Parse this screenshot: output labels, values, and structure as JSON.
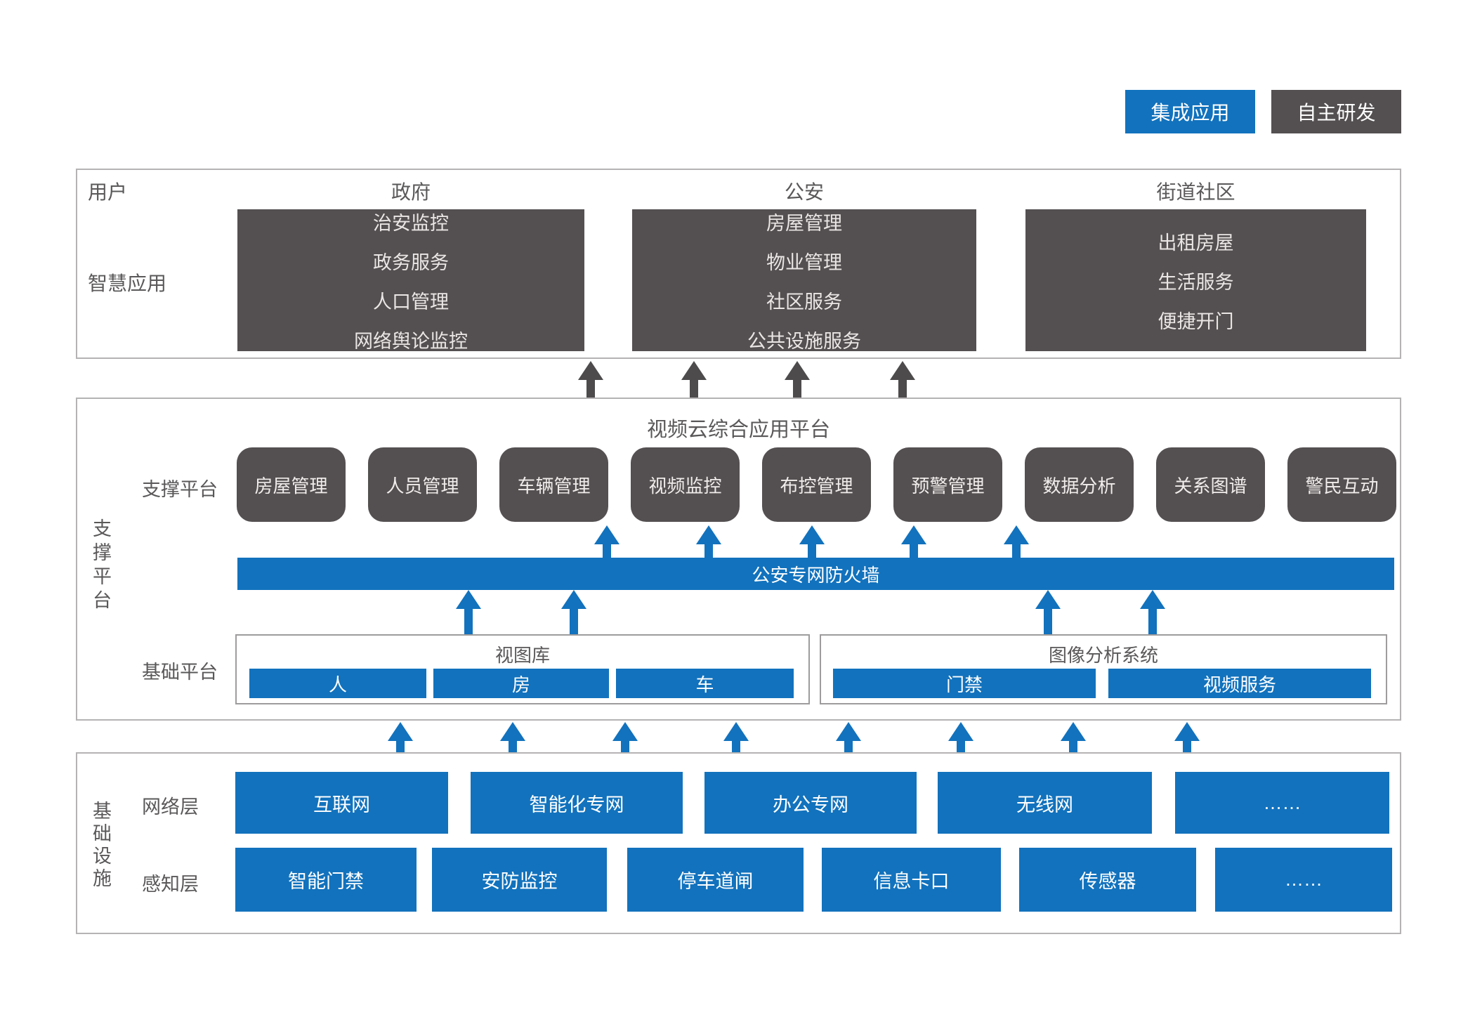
{
  "legend": {
    "integrated": "集成应用",
    "self_developed": "自主研发"
  },
  "user_section": {
    "row_label": "用户",
    "app_row_label": "智慧应用",
    "columns": [
      {
        "header": "政府",
        "items": [
          "治安监控",
          "政务服务",
          "人口管理",
          "网络舆论监控"
        ]
      },
      {
        "header": "公安",
        "items": [
          "房屋管理",
          "物业管理",
          "社区服务",
          "公共设施服务"
        ]
      },
      {
        "header": "街道社区",
        "items": [
          "出租房屋",
          "生活服务",
          "便捷开门"
        ]
      }
    ]
  },
  "platform_section": {
    "side_label": "支撑平台",
    "title": "视频云综合应用平台",
    "support_row_label": "支撑平台",
    "support_modules": [
      "房屋管理",
      "人员管理",
      "车辆管理",
      "视频监控",
      "布控管理",
      "预警管理",
      "数据分析",
      "关系图谱",
      "警民互动"
    ],
    "firewall": "公安专网防火墙",
    "base_row_label": "基础平台",
    "base_groups": [
      {
        "title": "视图库",
        "items": [
          "人",
          "房",
          "车"
        ]
      },
      {
        "title": "图像分析系统",
        "items": [
          "门禁",
          "视频服务"
        ]
      }
    ]
  },
  "infrastructure_section": {
    "side_label": "基础设施",
    "rows": [
      {
        "label": "网络层",
        "items": [
          "互联网",
          "智能化专网",
          "办公专网",
          "无线网",
          "……"
        ]
      },
      {
        "label": "感知层",
        "items": [
          "智能门禁",
          "安防监控",
          "停车道闸",
          "信息卡口",
          "传感器",
          "……"
        ]
      }
    ]
  },
  "colors": {
    "blue": "#1272bd",
    "dark": "#545051"
  }
}
